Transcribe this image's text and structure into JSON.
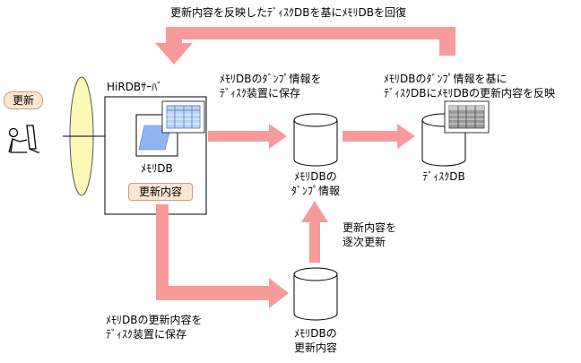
{
  "texts": {
    "top_label": "更新内容を反映したﾃﾞｨｽｸDBを基にﾒﾓﾘDBを回復",
    "server_label": "HiRDBｻｰﾊﾞ",
    "update_badge": "更新",
    "memory_db_label": "ﾒﾓﾘDB",
    "update_content_badge": "更新内容",
    "dump_save_label": "ﾒﾓﾘDBのﾀﾞﾝﾌﾟ情報を\nﾃﾞｨｽｸ装置に保存",
    "reflect_label": "ﾒﾓﾘDBのﾀﾞﾝﾌﾟ情報を基に\nﾃﾞｨｽｸDBにﾒﾓﾘDBの更新内容を反映",
    "dump_db_label": "ﾒﾓﾘDBの\nﾀﾞﾝﾌﾟ情報",
    "disk_db_label": "ﾃﾞｨｽｸDB",
    "sequential_update_label": "更新内容を\n逐次更新",
    "update_save_label": "ﾒﾓﾘDBの更新内容を\nﾃﾞｨｽｸ装置に保存",
    "update_db_label": "ﾒﾓﾘDBの\n更新内容"
  },
  "colors": {
    "arrow": "#f79a9a",
    "badge_fill": "#fbe6d4",
    "badge_border": "#d99a78",
    "lens_fill": "#fdf7b8",
    "memory_blue": "#8fb4f0",
    "table_blue": "#b9d4f5"
  }
}
